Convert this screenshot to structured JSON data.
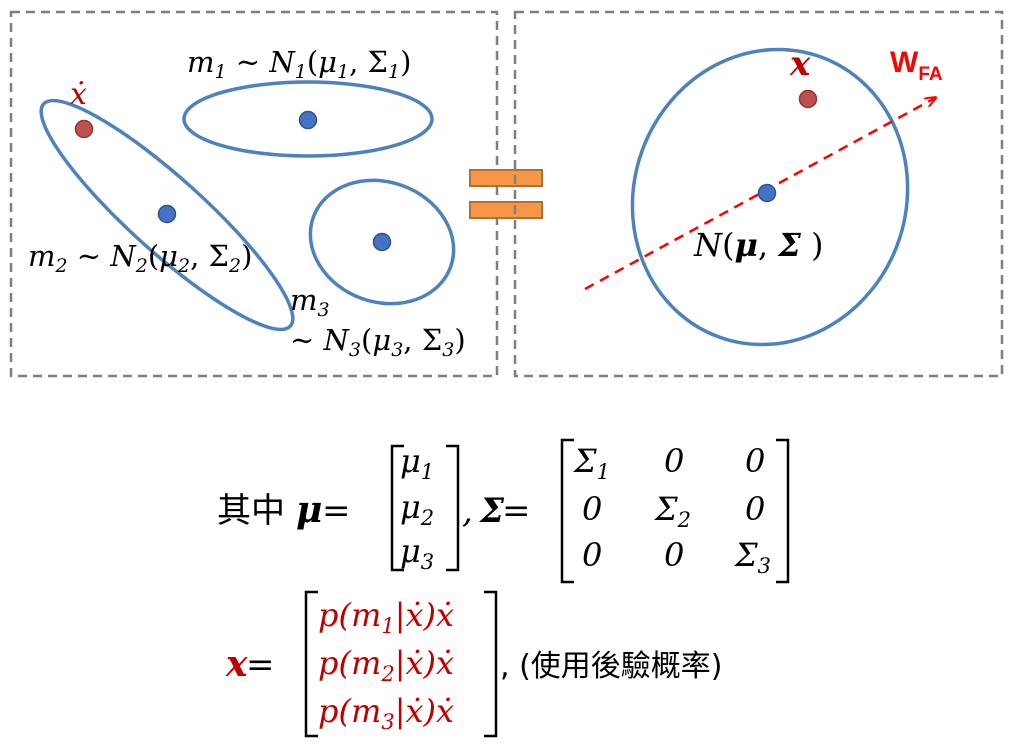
{
  "colors": {
    "ellipse_stroke": "#4f81bd",
    "center_dot": "#4472c4",
    "sample_dot": "#c0504d",
    "red_text": "#c00000",
    "equals_fill": "#f79646",
    "panel_border": "#7f7f7f",
    "wfa_color": "#ff0000"
  },
  "left_panel": {
    "m1": {
      "var": "m",
      "sub": "1",
      "rel": " ∼ ",
      "dist": "N",
      "dsub": "1",
      "mu": "μ",
      "musub": "1",
      "sigma": "Σ",
      "sigsub": "1"
    },
    "m2": {
      "var": "m",
      "sub": "2",
      "rel": " ∼ ",
      "dist": "N",
      "dsub": "2",
      "mu": "μ",
      "musub": "2",
      "sigma": "Σ",
      "sigsub": "2"
    },
    "m3": {
      "var": "m",
      "sub": "3",
      "rel": "∼ ",
      "dist": "N",
      "dsub": "3",
      "mu": "μ",
      "musub": "3",
      "sigma": "Σ",
      "sigsub": "3"
    },
    "sample_label": "ẋ"
  },
  "right_panel": {
    "x_label": "x",
    "wfa_main": "W",
    "wfa_sub": "FA",
    "gaussian": {
      "dist": "N",
      "mu": "μ",
      "sigma": "Σ"
    }
  },
  "formula1": {
    "prefix": "其中 ",
    "mu_sym": "μ",
    "eq": " = ",
    "mu_vector": [
      {
        "sym": "μ",
        "sub": "1"
      },
      {
        "sym": "μ",
        "sub": "2"
      },
      {
        "sym": "μ",
        "sub": "3"
      }
    ],
    "comma": ",",
    "sigma_sym": "Σ",
    "sigma_matrix": [
      [
        {
          "sym": "Σ",
          "sub": "1"
        },
        {
          "sym": "0",
          "sub": ""
        },
        {
          "sym": "0",
          "sub": ""
        }
      ],
      [
        {
          "sym": "0",
          "sub": ""
        },
        {
          "sym": "Σ",
          "sub": "2"
        },
        {
          "sym": "0",
          "sub": ""
        }
      ],
      [
        {
          "sym": "0",
          "sub": ""
        },
        {
          "sym": "0",
          "sub": ""
        },
        {
          "sym": "Σ",
          "sub": "3"
        }
      ]
    ]
  },
  "formula2": {
    "lhs": "x",
    "eq": " = ",
    "rows": [
      {
        "p": "p(",
        "m": "m",
        "sub": "1",
        "rest": "|ẋ)ẋ"
      },
      {
        "p": "p(",
        "m": "m",
        "sub": "2",
        "rest": "|ẋ)ẋ"
      },
      {
        "p": "p(",
        "m": "m",
        "sub": "3",
        "rest": "|ẋ)ẋ"
      }
    ],
    "note": ", (使用後驗概率)"
  }
}
